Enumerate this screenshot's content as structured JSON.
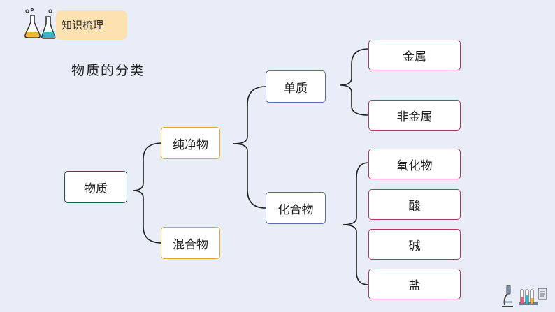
{
  "badge": {
    "label": "知识梳理"
  },
  "heading": "物质的分类",
  "nodes": {
    "root": "物质",
    "pure": "纯净物",
    "mixture": "混合物",
    "element": "单质",
    "compound": "化合物",
    "metal": "金属",
    "nonmetal": "非金属",
    "oxide": "氧化物",
    "acid": "酸",
    "base": "碱",
    "salt": "盐"
  },
  "colors": {
    "root_border": "#1d5a4a",
    "pure_border": "#e3a81f",
    "element_border": "#5a6ea8",
    "leaf_border": "#b83262",
    "badge_bg": "#fbe2b0",
    "background": "#e9edf7"
  },
  "icons": {
    "top_left": "chemistry-flasks-icon",
    "bottom_right": "lab-equipment-icon"
  }
}
